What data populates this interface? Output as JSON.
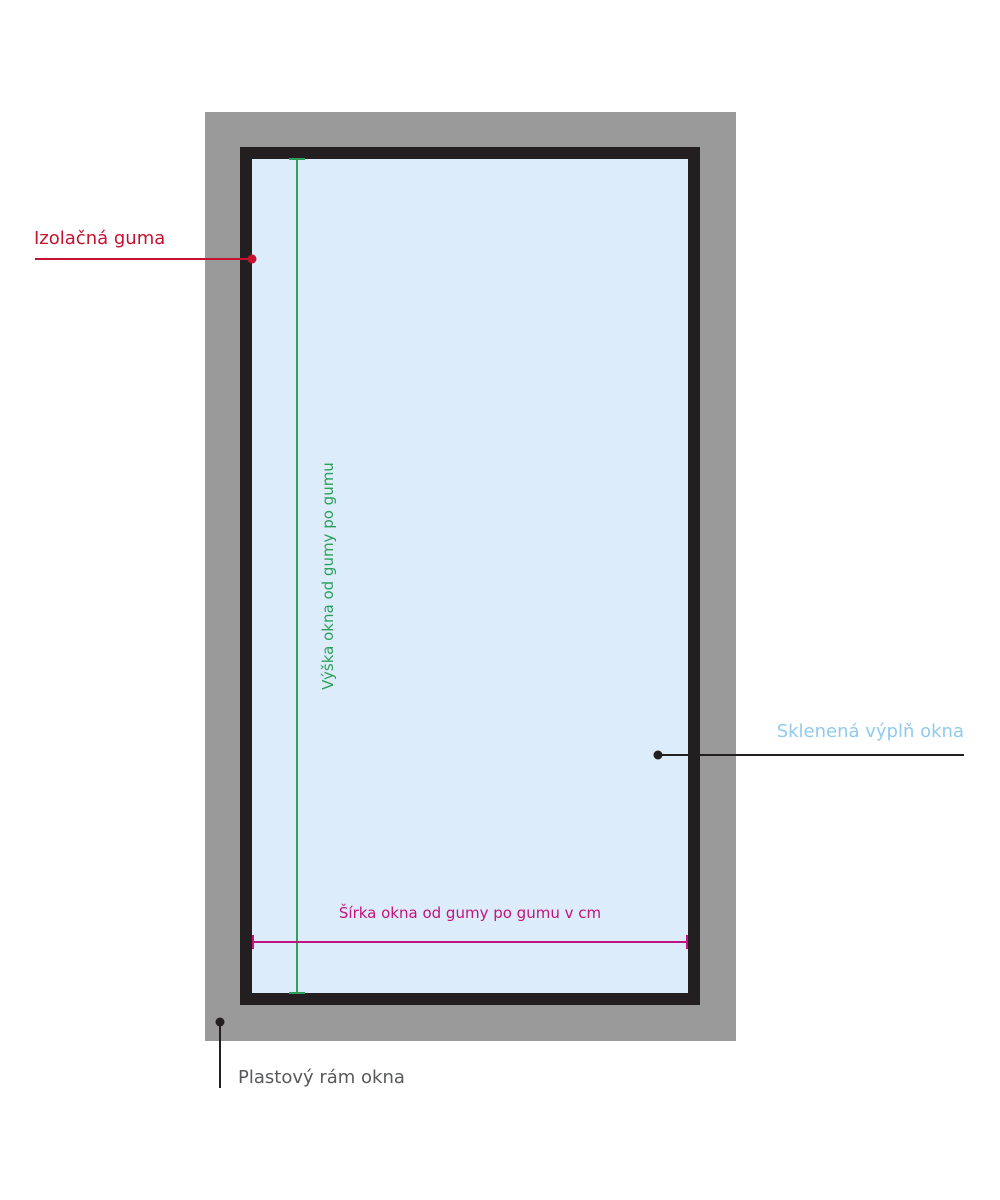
{
  "labels": {
    "seal": "Izolačná guma",
    "glass": "Sklenená výplň okna",
    "height": "Výška okna od gumy po gumu",
    "width": "Šírka okna od gumy po gumu v cm",
    "frame": "Plastový rám okna"
  },
  "colors": {
    "frame": "#9b9a9a",
    "seal": "#231f20",
    "glass": "#dcecfa",
    "seal_label": "#c4122f",
    "glass_label": "#8fcbee",
    "height_dimension": "#2ea05a",
    "width_dimension": "#c2137e",
    "frame_label": "#58595b",
    "leader": "#231f20"
  }
}
